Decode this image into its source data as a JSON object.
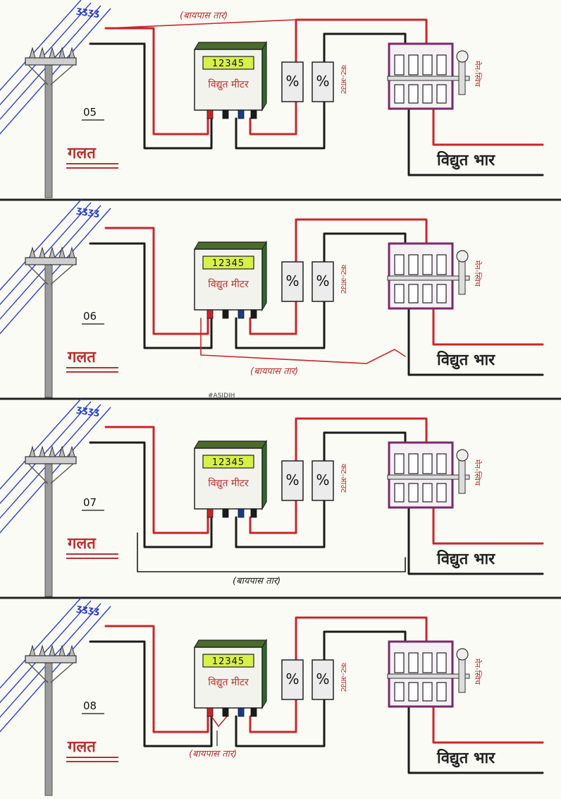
{
  "colors": {
    "live_wire": "#c8262a",
    "neutral_wire": "#1b1b1b",
    "pole": "#9a9a9a",
    "meter_body": "#f3f3ee",
    "meter_side": "#2e6b2a",
    "meter_top": "#4a6b2a",
    "meter_display": "#d7f04a",
    "switch_frame": "#7a2a6a",
    "service_line": "#2a3fc8",
    "label_red": "#b8312f",
    "label_dark": "#222222"
  },
  "panels": [
    {
      "number": "05",
      "verdict": "गलत",
      "bypass_label": "(बायपास तार)",
      "meter_display": "12345",
      "meter_label": "विद्युत मीटर",
      "cutout_label": "कट-आउट",
      "switch_label": "मेन-स्विच",
      "load_label": "विद्युत भार"
    },
    {
      "number": "06",
      "verdict": "गलत",
      "bypass_label": "(बायपास तार)",
      "meter_display": "12345",
      "meter_label": "विद्युत मीटर",
      "cutout_label": "कट-आउट",
      "switch_label": "मेन-स्विच",
      "load_label": "विद्युत भार"
    },
    {
      "number": "07",
      "verdict": "गलत",
      "bypass_label": "(बायपास तार)",
      "meter_display": "12345",
      "meter_label": "विद्युत मीटर",
      "cutout_label": "कट-आउट",
      "switch_label": "मेन-स्विच",
      "load_label": "विद्युत भार"
    },
    {
      "number": "08",
      "verdict": "गलत",
      "bypass_label": "(बायपास तार)",
      "meter_display": "12345",
      "meter_label": "विद्युत मीटर",
      "cutout_label": "कट-आउट",
      "switch_label": "मेन-स्विच",
      "load_label": "विद्युत भार"
    }
  ],
  "cutout_symbol": "%",
  "watermark": "#ASIDIH"
}
